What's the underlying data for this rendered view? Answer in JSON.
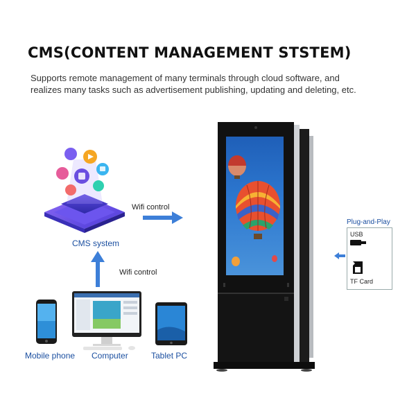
{
  "title": "CMS(CONTENT MANAGEMENT STSTEM)",
  "description": "Supports remote management of many terminals through cloud software, and realizes many tasks such as advertisement publishing, updating and deleting, etc.",
  "cms": {
    "label": "CMS system"
  },
  "wifi": {
    "label_right": "Wifi control",
    "label_up": "Wifi  control"
  },
  "devices": [
    {
      "label": "Mobile phone",
      "icon": "mobile-phone-icon"
    },
    {
      "label": "Computer",
      "icon": "computer-icon"
    },
    {
      "label": "Tablet PC",
      "icon": "tablet-icon"
    }
  ],
  "plug": {
    "title": "Plug-and-Play",
    "usb": "USB",
    "tf": "TF Card"
  },
  "colors": {
    "arrow": "#3d7fd8",
    "label_blue": "#1b4fa0",
    "kiosk_body": "#111111"
  }
}
